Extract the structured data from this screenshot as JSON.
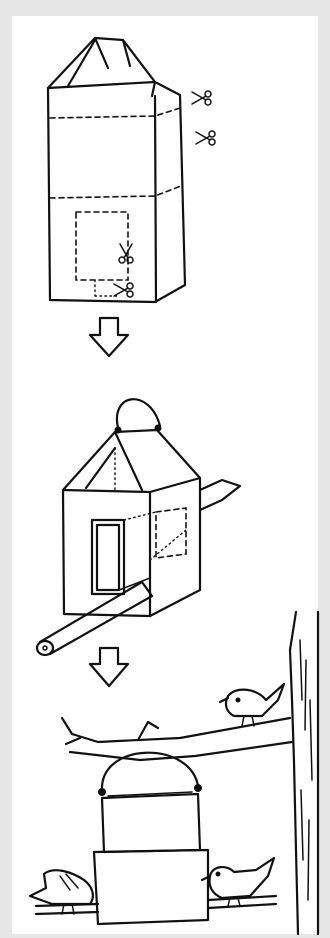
{
  "illustration": {
    "steps": [
      {
        "name": "cut-carton"
      },
      {
        "name": "assembled-feeder"
      },
      {
        "name": "feeder-on-tree"
      }
    ],
    "arrows": 2,
    "colors": {
      "background": "#e6e6e6",
      "paper": "#ffffff",
      "ink": "#111111"
    }
  }
}
